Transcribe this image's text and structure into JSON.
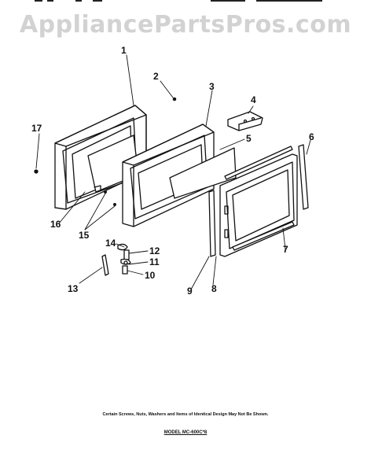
{
  "watermark": "AppliancePartsPros.com",
  "callouts": {
    "c1": "1",
    "c2": "2",
    "c3": "3",
    "c4": "4",
    "c5": "5",
    "c6": "6",
    "c7": "7",
    "c8": "8",
    "c9": "9",
    "c10": "10",
    "c11": "11",
    "c12": "12",
    "c13": "13",
    "c14": "14",
    "c15": "15",
    "c16": "16",
    "c17": "17"
  },
  "footnote": "Certain Screws, Nuts, Washers and Items of Identical Design May Not Be Shown.",
  "model": "MODEL MC-600C*8"
}
